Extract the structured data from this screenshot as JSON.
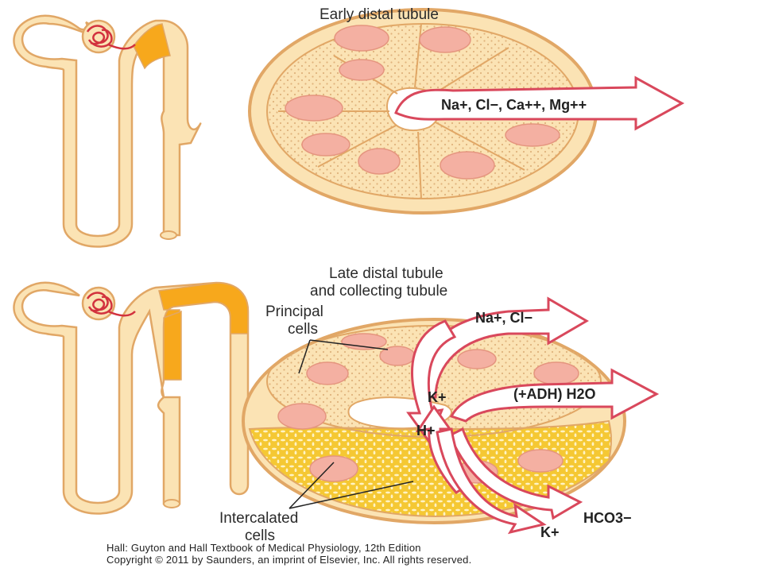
{
  "diagram": {
    "top_title": "Early distal tubule",
    "top_ions": "Na+, Cl−, Ca++, Mg++",
    "bottom_title_line1": "Late distal tubule",
    "bottom_title_line2": "and collecting tubule",
    "principal_line1": "Principal",
    "principal_line2": "cells",
    "intercalated_line1": "Intercalated",
    "intercalated_line2": "cells",
    "ion_na_cl": "Na+, Cl−",
    "ion_k_in": "K+",
    "ion_adh_h2o": "(+ADH) H2O",
    "ion_h": "H+",
    "ion_hco3": "HCO3−",
    "ion_k_out": "K+"
  },
  "credit": {
    "line1": "Hall: Guyton and Hall Textbook of Medical Physiology, 12th Edition",
    "line2": "Copyright © 2011 by Saunders, an imprint of Elsevier, Inc. All rights reserved."
  },
  "colors": {
    "tubule_fill": "#fbe3b4",
    "tubule_stroke": "#e1a766",
    "highlight": "#f7a81c",
    "glomerulus": "#d2323e",
    "arrow_stroke": "#d9485c",
    "nucleus": "#f4b0a2",
    "intercalated": "#f5c833"
  }
}
